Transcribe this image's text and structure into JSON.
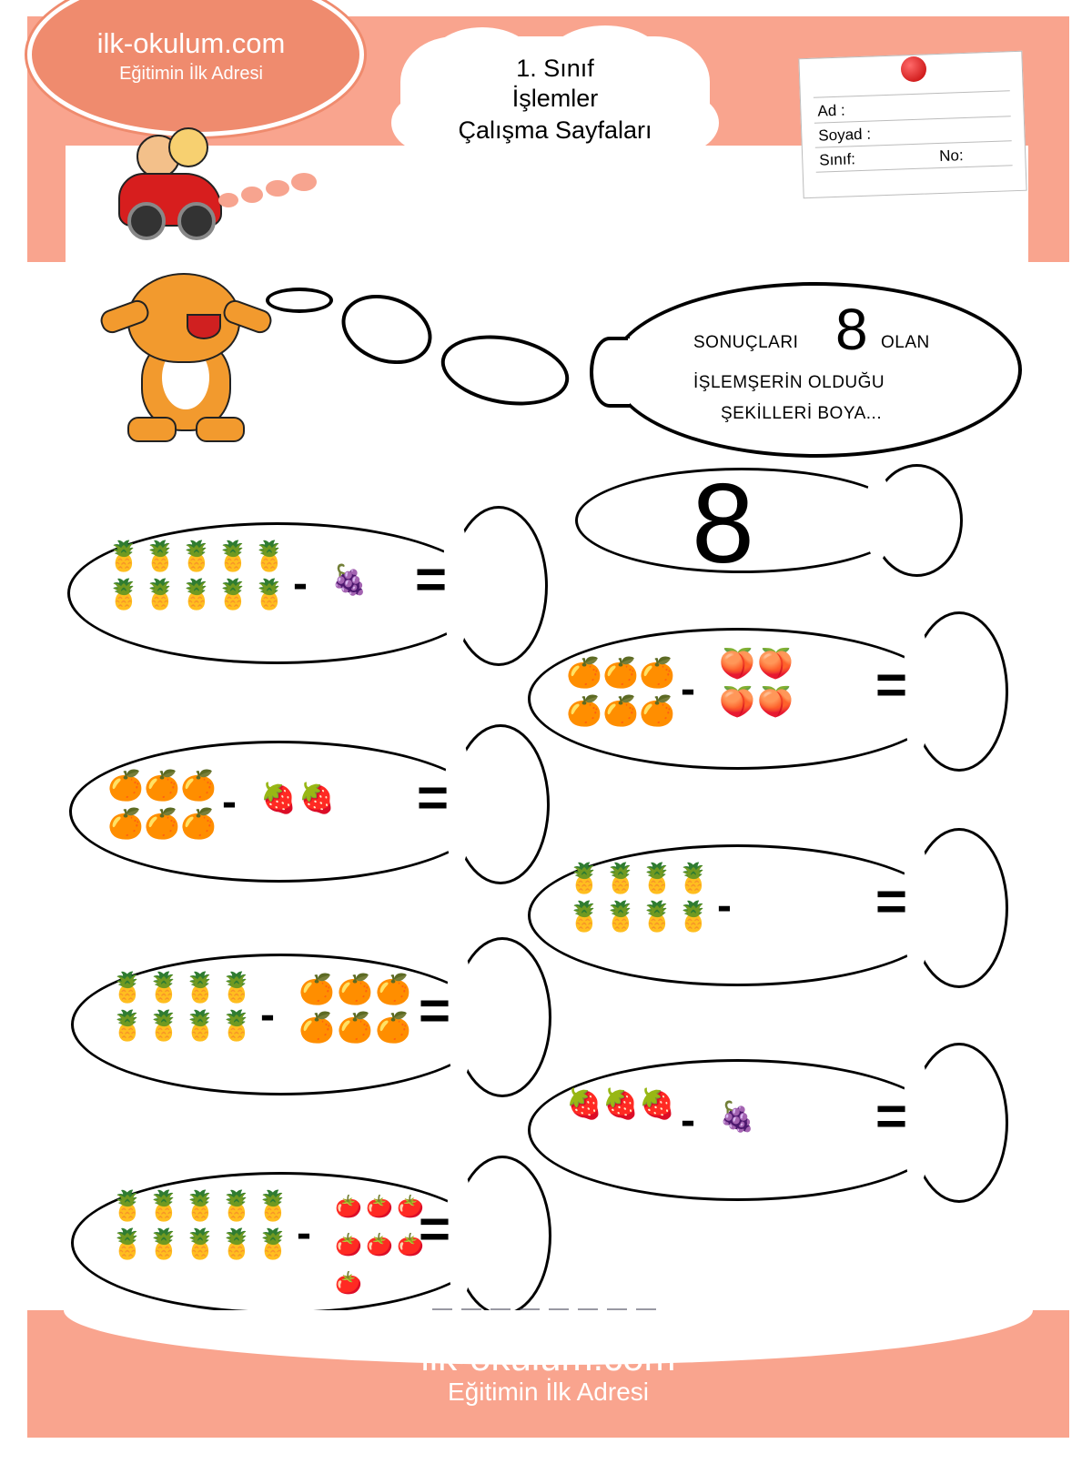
{
  "header": {
    "logo_text": "ilk-okulum.com",
    "logo_subtitle": "Eğitimin İlk Adresi",
    "title_lines": [
      "1. Sınıf",
      "İşlemler",
      "Çalışma Sayfaları"
    ],
    "student_card": {
      "name_label": "Ad :",
      "surname_label": "Soyad :",
      "class_label": "Sınıf:",
      "number_label": "No:"
    }
  },
  "instruction": {
    "line1_before": "SONUÇLARI",
    "number": "8",
    "line1_after": "OLAN",
    "line2": "İŞLEMŞERİN OLDUĞU",
    "line3": "ŞEKİLLERİ BOYA..."
  },
  "target_balloon": {
    "number": "8"
  },
  "problems": [
    {
      "left_fruit": "pineapple",
      "left_count": 10,
      "operator": "-",
      "right_fruit": "grape",
      "right_count": 1,
      "equals": "="
    },
    {
      "left_fruit": "orange",
      "left_count": 6,
      "operator": "-",
      "right_fruit": "grapefruit",
      "right_count": 4,
      "equals": "="
    },
    {
      "left_fruit": "orange",
      "left_count": 6,
      "operator": "-",
      "right_fruit": "raspberry",
      "right_count": 2,
      "equals": "="
    },
    {
      "left_fruit": "yellow-pineapple",
      "left_count": 8,
      "operator": "-",
      "right_fruit": "none",
      "right_count": 0,
      "equals": "="
    },
    {
      "left_fruit": "yellow-pineapple",
      "left_count": 8,
      "operator": "-",
      "right_fruit": "orange",
      "right_count": 6,
      "equals": "="
    },
    {
      "left_fruit": "strawberry",
      "left_count": 3,
      "operator": "-",
      "right_fruit": "grape",
      "right_count": 1,
      "equals": "="
    },
    {
      "left_fruit": "pineapple",
      "left_count": 10,
      "operator": "-",
      "right_fruit": "tomato",
      "right_count": 7,
      "equals": "="
    }
  ],
  "icons": {
    "pineapple": "🍍",
    "yellow-pineapple": "🍍",
    "grape": "🍇",
    "orange": "🍊",
    "grapefruit": "🍑",
    "raspberry": "🍓",
    "strawberry": "🍓",
    "tomato": "🍅"
  },
  "footer": {
    "site": "ilk-okulum.com",
    "subtitle": "Eğitimin İlk Adresi"
  },
  "colors": {
    "band": "#f9a48e",
    "logo": "#ef8b6e"
  }
}
